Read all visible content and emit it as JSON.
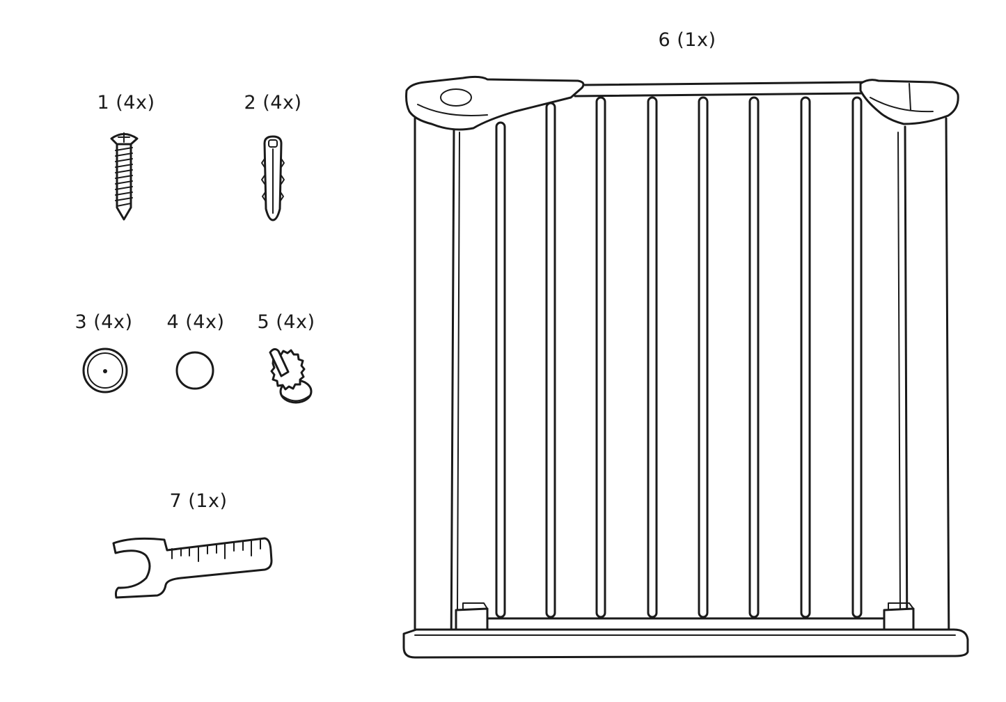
{
  "parts": [
    {
      "id": "part-1",
      "label": "1 (4x)",
      "icon": "screw-icon"
    },
    {
      "id": "part-2",
      "label": "2 (4x)",
      "icon": "wall-plug-icon"
    },
    {
      "id": "part-3",
      "label": "3 (4x)",
      "icon": "wall-cup-icon"
    },
    {
      "id": "part-4",
      "label": "4 (4x)",
      "icon": "adhesive-pad-icon"
    },
    {
      "id": "part-5",
      "label": "5 (4x)",
      "icon": "spindle-rod-icon"
    },
    {
      "id": "part-6",
      "label": "6 (1x)",
      "icon": "safety-gate-icon"
    },
    {
      "id": "part-7",
      "label": "7 (1x)",
      "icon": "wrench-icon"
    }
  ]
}
